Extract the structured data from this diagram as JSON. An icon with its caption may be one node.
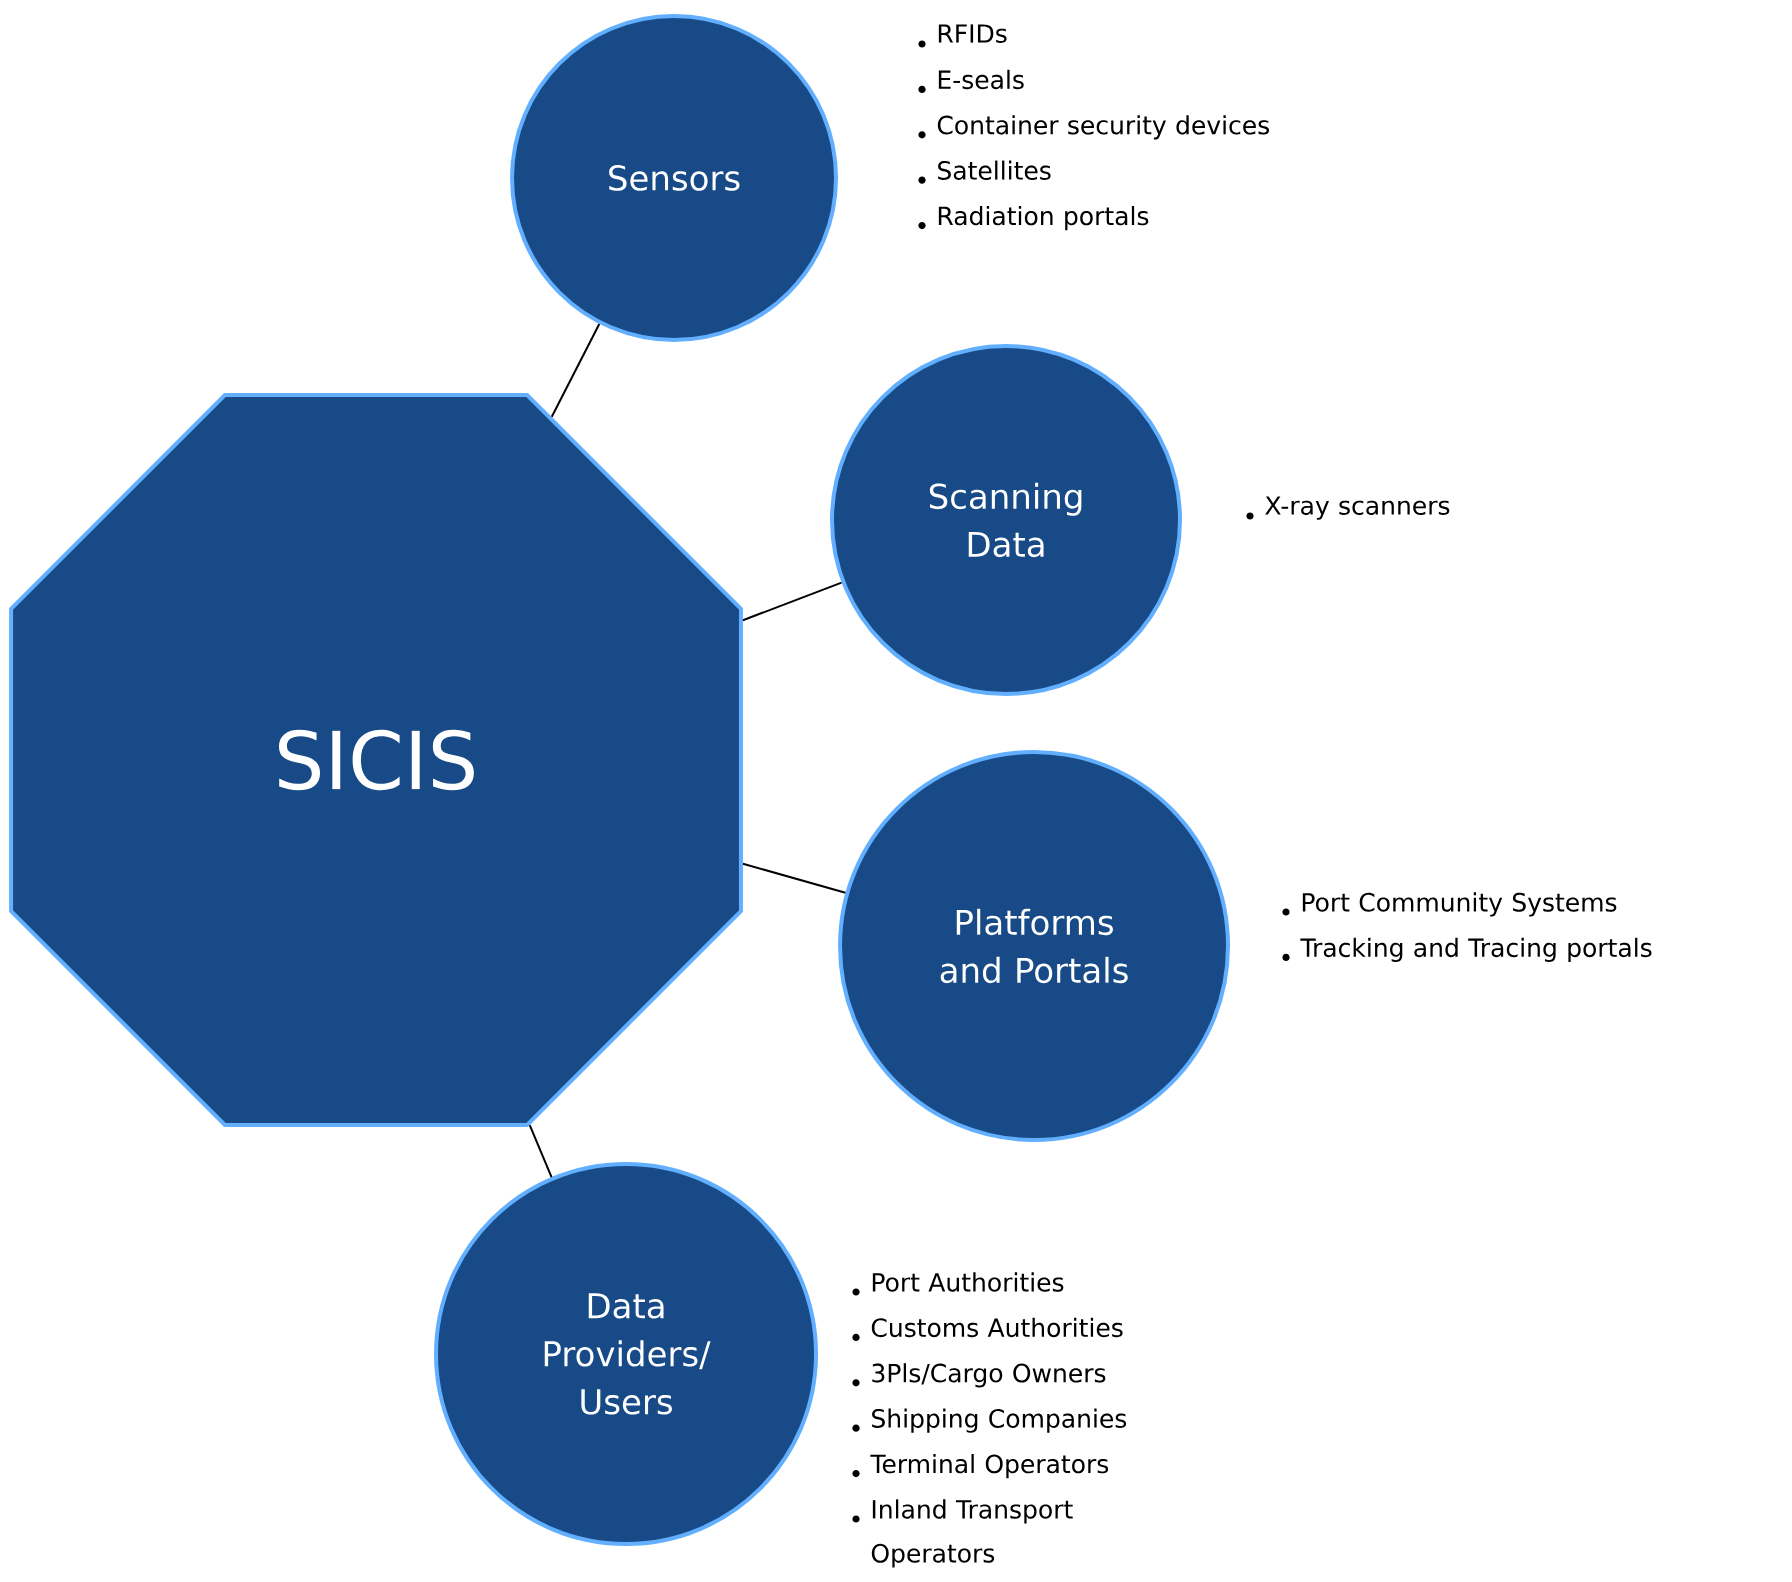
{
  "diagram": {
    "nodes": [
      {
        "text": [
          "SICIS"
        ]
      },
      {
        "text": [
          "Sensors"
        ],
        "beside": [
          "RFIDs",
          "E-seals",
          "Container security devices",
          "Satellites",
          "Radiation portals"
        ]
      },
      {
        "text": [
          "Scanning Data"
        ],
        "beside": [
          "X-ray scanners"
        ]
      },
      {
        "text": [
          "Platforms and Portals"
        ],
        "beside": [
          "Port Community Systems",
          "Tracking and Tracing portals"
        ]
      },
      {
        "text": [
          "Data Providers/ Users"
        ],
        "beside": [
          "Port Authorities",
          "Customs Authorities",
          "3Pls/Cargo Owners",
          "Shipping Companies",
          "Terminal Operators",
          "Inland Transport Operators"
        ]
      }
    ],
    "edges": [
      {
        "from": 0,
        "to": 1,
        "arrow": "none"
      },
      {
        "from": 0,
        "to": 2,
        "arrow": "none"
      },
      {
        "from": 0,
        "to": 3,
        "arrow": "none"
      },
      {
        "from": 0,
        "to": 4,
        "arrow": "none"
      }
    ]
  }
}
